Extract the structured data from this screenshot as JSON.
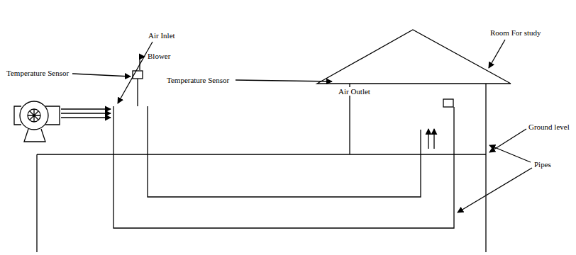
{
  "diagram": {
    "labels": [
      "Air Inlet",
      "Room For study",
      "Blower",
      "Temperature Sensor",
      "Temperature Sensor",
      "Air Outlet",
      "Ground level",
      "Pipes"
    ]
  }
}
